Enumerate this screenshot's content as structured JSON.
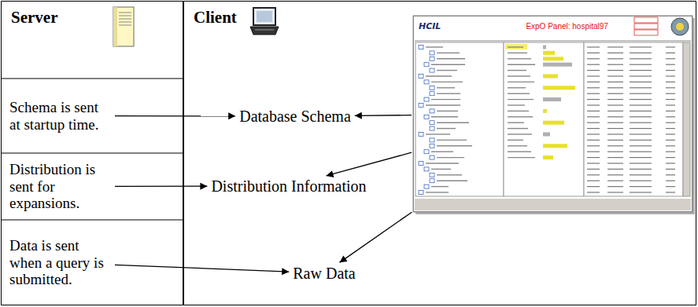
{
  "diagram": {
    "nodes": [
      {
        "text": [
          "Server"
        ]
      },
      {
        "text": [
          "Schema is sent at startup time."
        ],
        "in": 0
      },
      {
        "text": [
          "Distribution is sent for expansions."
        ],
        "in": 0
      },
      {
        "text": [
          "Data is sent when a query is submitted."
        ],
        "in": 0
      },
      {
        "text": [
          "Client"
        ]
      },
      {
        "text": [
          "Database Schema"
        ],
        "in": 4
      },
      {
        "text": [
          "Distribution Information"
        ],
        "in": 4
      },
      {
        "text": [
          "Raw Data"
        ],
        "in": 4
      },
      {
        "text": [
          "HCIL",
          "ExpO Panel: hospital97"
        ],
        "in": 4
      }
    ],
    "edges": [
      {
        "from": 1,
        "to": 5,
        "arrow": "to"
      },
      {
        "from": 2,
        "to": 6,
        "arrow": "to"
      },
      {
        "from": 3,
        "to": 7,
        "arrow": "to"
      },
      {
        "from": 8,
        "to": 5,
        "arrow": "to"
      },
      {
        "from": 8,
        "to": 6,
        "arrow": "to"
      },
      {
        "from": 8,
        "to": 7,
        "arrow": "to"
      }
    ]
  }
}
